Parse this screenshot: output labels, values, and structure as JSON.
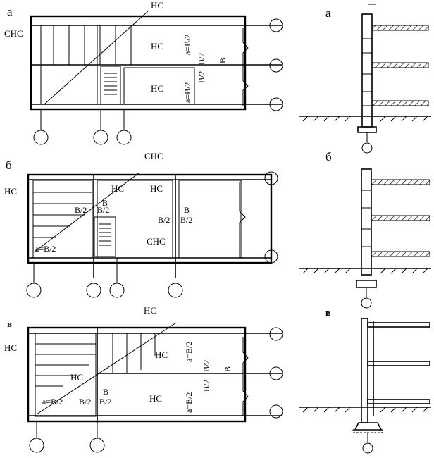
{
  "panels": {
    "plan_a": {
      "letter": "а",
      "labels": [
        "СНС",
        "НС",
        "НС",
        "НС"
      ],
      "dims": [
        "a=B/2",
        "B/2",
        "B",
        "a=B/2",
        "B/2"
      ]
    },
    "plan_b": {
      "letter": "б",
      "labels": [
        "СНС",
        "НС",
        "НС",
        "НС",
        "СНС"
      ],
      "dims": [
        "B/2",
        "B",
        "B/2",
        "B/2",
        "B",
        "B/2",
        "a=B/2"
      ]
    },
    "plan_v": {
      "letter": "в",
      "labels": [
        "НС",
        "НС",
        "НС",
        "НС",
        "НС"
      ],
      "dims": [
        "a=B/2",
        "B/2",
        "B",
        "a=B/2",
        "B/2",
        "a=B/2",
        "B/2",
        "B/2",
        "B"
      ]
    },
    "section_a": {
      "letter": "а"
    },
    "section_b": {
      "letter": "б"
    },
    "section_v": {
      "letter": "в"
    }
  }
}
